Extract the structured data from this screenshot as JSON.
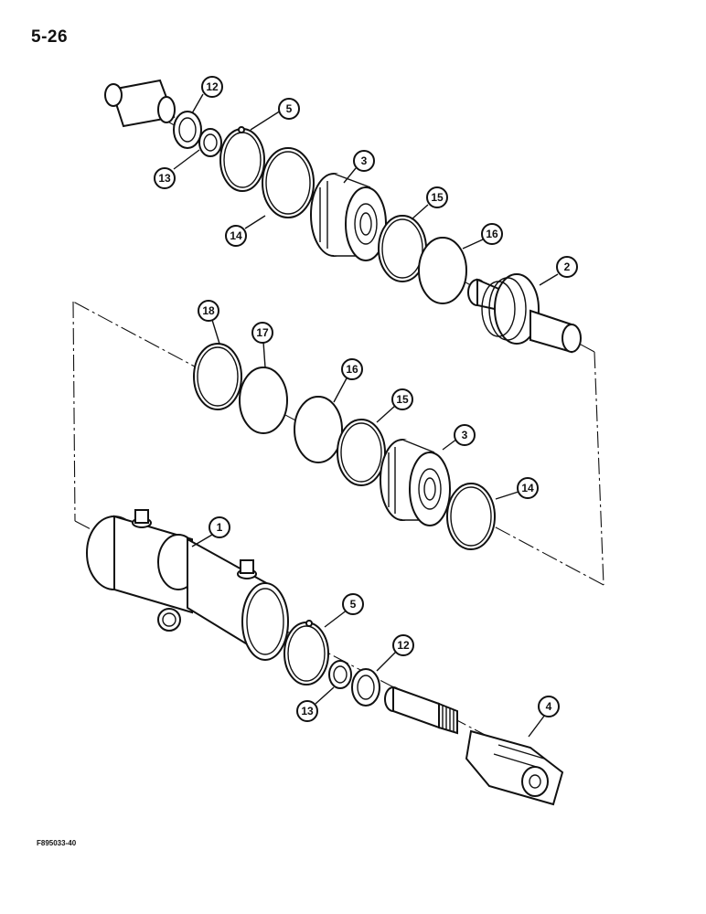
{
  "page_number": "5-26",
  "figure_code": "F895033-40",
  "callouts": [
    {
      "id": "c12a",
      "label": "12"
    },
    {
      "id": "c5a",
      "label": "5"
    },
    {
      "id": "c13a",
      "label": "13"
    },
    {
      "id": "c3a",
      "label": "3"
    },
    {
      "id": "c14a",
      "label": "14"
    },
    {
      "id": "c15a",
      "label": "15"
    },
    {
      "id": "c16a",
      "label": "16"
    },
    {
      "id": "c2",
      "label": "2"
    },
    {
      "id": "c18",
      "label": "18"
    },
    {
      "id": "c17",
      "label": "17"
    },
    {
      "id": "c16b",
      "label": "16"
    },
    {
      "id": "c15b",
      "label": "15"
    },
    {
      "id": "c3b",
      "label": "3"
    },
    {
      "id": "c14b",
      "label": "14"
    },
    {
      "id": "c1",
      "label": "1"
    },
    {
      "id": "c5b",
      "label": "5"
    },
    {
      "id": "c12b",
      "label": "12"
    },
    {
      "id": "c13b",
      "label": "13"
    },
    {
      "id": "c4",
      "label": "4"
    }
  ]
}
